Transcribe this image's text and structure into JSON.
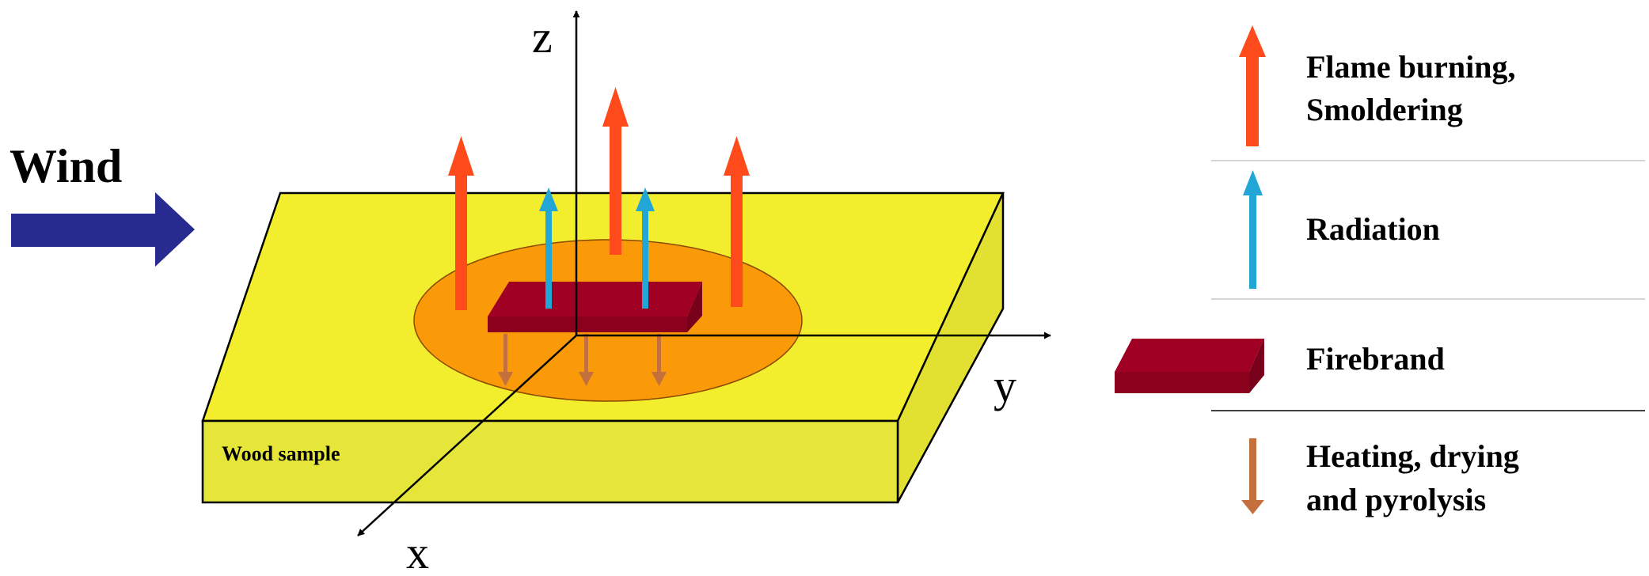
{
  "labels": {
    "wind": "Wind",
    "axis_x": "x",
    "axis_y": "y",
    "axis_z": "z",
    "wood_sample": "Wood sample"
  },
  "legend": {
    "flame_line1": "Flame burning,",
    "flame_line2": "Smoldering",
    "radiation": "Radiation",
    "firebrand": "Firebrand",
    "heating_line1": "Heating, drying",
    "heating_line2": "and pyrolysis"
  },
  "colors": {
    "wood_top": "#f2ee2e",
    "wood_front": "#e6e63a",
    "wood_side": "#e2e030",
    "heated_zone": "#fa9a08",
    "firebrand_top": "#a00024",
    "firebrand_front": "#8a001d",
    "flame_arrow": "#ff4a1c",
    "radiation_arrow": "#22a6d6",
    "heating_arrow": "#c4703c",
    "wind_arrow": "#272a8e",
    "axis": "#000000"
  }
}
